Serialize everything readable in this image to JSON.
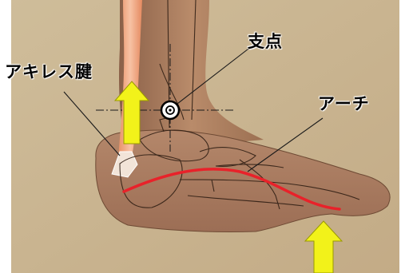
{
  "labels": {
    "achilles_tendon": "アキレス腱",
    "fulcrum": "支点",
    "arch": "アーチ"
  },
  "colors": {
    "arch_curve": "#e8222a",
    "force_arrow": "#f2f21a",
    "tendon": "#f3a078",
    "wall": "#cdb894",
    "skin": "#b88a68"
  },
  "icons": {
    "fulcrum_marker": "pivot-circle-icon",
    "arrow": "up-arrow-icon"
  }
}
